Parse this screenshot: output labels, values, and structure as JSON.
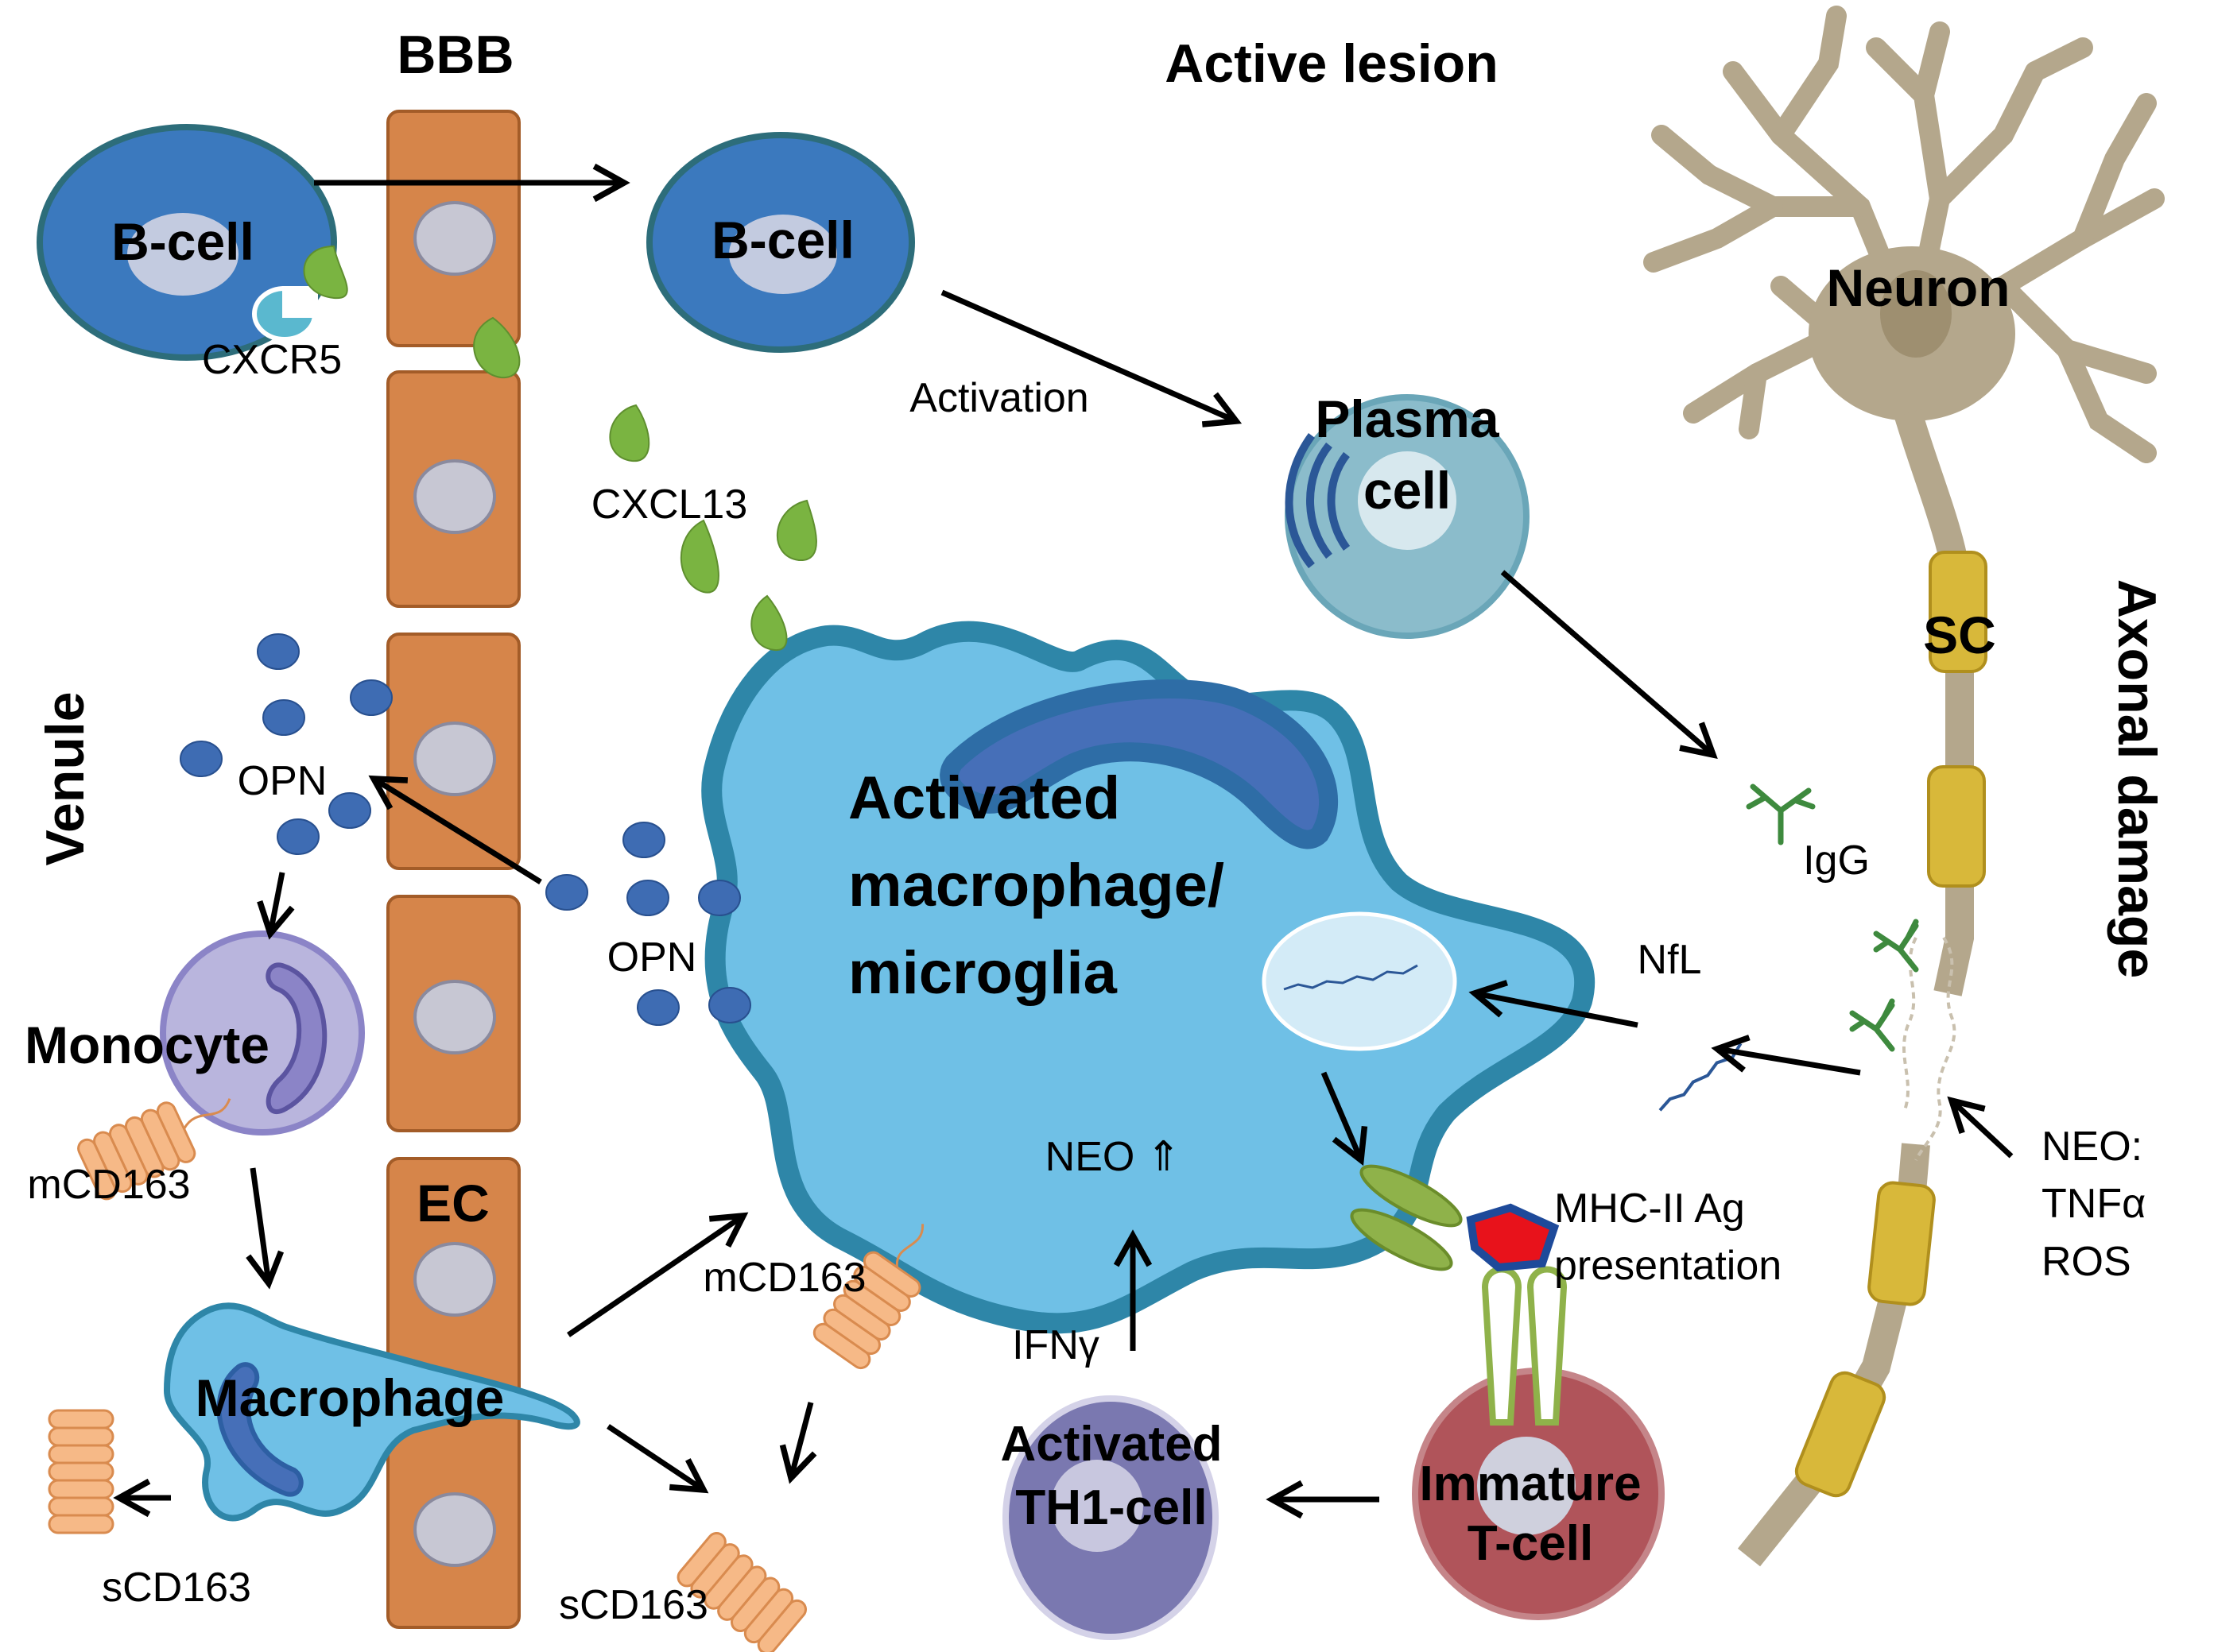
{
  "colors": {
    "ec": "#d6854a",
    "ec_border": "#a35c28",
    "bcell": "#3b79be",
    "plasma": "#8bbccb",
    "macrophage": "#6fc0e6",
    "macrophage_border": "#2e86a8",
    "nucleus_dark": "#466fb8",
    "opn": "#3e6cb3",
    "chemokine": "#7ab441",
    "cd163": "#f6b987",
    "monocyte": "#b9b5dd",
    "th1": "#7a78b0",
    "tcell": "#b0545a",
    "neuron": "#b4a78c",
    "myelin": "#d8b83a",
    "igg": "#3e8a3e",
    "mhc": "#8fb24a",
    "antigen": "#e8121b"
  },
  "labels": {
    "bbb": "BBB",
    "active_lesion": "Active lesion",
    "venule": "Venule",
    "axonal_damage": "Axonal damage",
    "bcell_1": "B-cell",
    "bcell_2": "B-cell",
    "cxcr5": "CXCR5",
    "cxcl13": "CXCL13",
    "activation": "Activation",
    "plasma_line1": "Plasma",
    "plasma_line2": "cell",
    "neuron": "Neuron",
    "sc": "SC",
    "igg": "IgG",
    "nfl": "NfL",
    "opn_1": "OPN",
    "opn_2": "OPN",
    "monocyte": "Monocyte",
    "mcd163_1": "mCD163",
    "mcd163_2": "mCD163",
    "macrophage": "Macrophage",
    "scd163_1": "sCD163",
    "scd163_2": "sCD163",
    "ec": "EC",
    "activated_macro_line1": "Activated",
    "activated_macro_line2": "macrophage/",
    "activated_macro_line3": "microglia",
    "neo_up": "NEO ⇑",
    "mhc_line1": "MHC-II Ag",
    "mhc_line2": "presentation",
    "ifng": "IFNγ",
    "th1_line1": "Activated",
    "th1_line2": "TH1-cell",
    "tcell_line1": "Immature",
    "tcell_line2": "T-cell",
    "neo_line1": "NEO:",
    "neo_line2": "TNFα",
    "neo_line3": "ROS"
  }
}
